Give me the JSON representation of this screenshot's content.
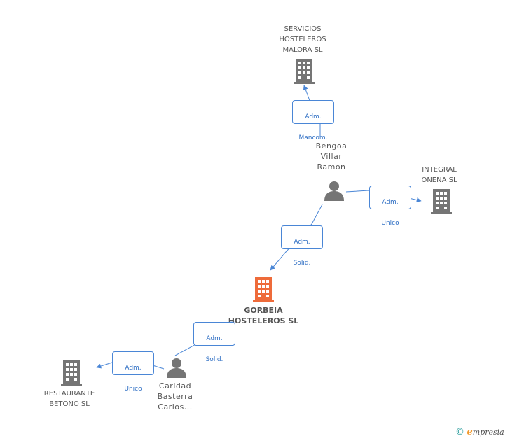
{
  "colors": {
    "edge": "#4a86d6",
    "building": "#757575",
    "building_main": "#ee6b3a",
    "person": "#757575",
    "label_text": "#555555"
  },
  "nodes": {
    "servicios": {
      "label": "SERVICIOS\nHOSTELEROS\nMALORA SL",
      "type": "company",
      "icon": "building-icon"
    },
    "bengoa": {
      "label": "Bengoa\nVillar\nRamon",
      "type": "person",
      "icon": "person-icon"
    },
    "integral": {
      "label": "INTEGRAL\nONENA SL",
      "type": "company",
      "icon": "building-icon"
    },
    "gorbeia": {
      "label": "GORBEIA\nHOSTELEROS SL",
      "type": "company-main",
      "icon": "building-icon"
    },
    "caridad": {
      "label": "Caridad\nBasterra\nCarlos...",
      "type": "person",
      "icon": "person-icon"
    },
    "restaurante": {
      "label": "RESTAURANTE\nBETOÑO SL",
      "type": "company",
      "icon": "building-icon"
    }
  },
  "edges": [
    {
      "from": "bengoa",
      "to": "servicios",
      "role_line1": "Adm.",
      "role_line2": "Mancom."
    },
    {
      "from": "bengoa",
      "to": "integral",
      "role_line1": "Adm.",
      "role_line2": "Unico"
    },
    {
      "from": "bengoa",
      "to": "gorbeia",
      "role_line1": "Adm.",
      "role_line2": "Solid."
    },
    {
      "from": "caridad",
      "to": "gorbeia",
      "role_line1": "Adm.",
      "role_line2": "Solid."
    },
    {
      "from": "caridad",
      "to": "restaurante",
      "role_line1": "Adm.",
      "role_line2": "Unico"
    }
  ],
  "footer": {
    "copyright": "©",
    "brand_first": "e",
    "brand_rest": "mpresia"
  }
}
